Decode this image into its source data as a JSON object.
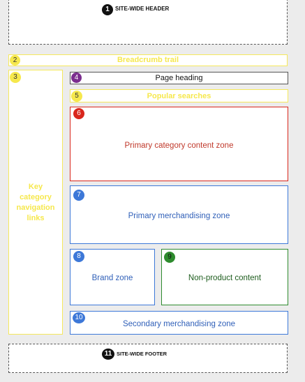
{
  "zones": {
    "header": {
      "number": "1",
      "label": "SITE-WIDE HEADER"
    },
    "breadcrumb": {
      "number": "2",
      "label": "Breadcrumb trail"
    },
    "category_nav": {
      "number": "3",
      "label": "Key category navigation links"
    },
    "page_heading": {
      "number": "4",
      "label": "Page heading"
    },
    "popular_searches": {
      "number": "5",
      "label": "Popular searches"
    },
    "primary_category": {
      "number": "6",
      "label": "Primary category content zone"
    },
    "primary_merch": {
      "number": "7",
      "label": "Primary merchandising zone"
    },
    "brand": {
      "number": "8",
      "label": "Brand zone"
    },
    "non_product": {
      "number": "9",
      "label": "Non-product content"
    },
    "secondary_merch": {
      "number": "10",
      "label": "Secondary merchandising zone"
    },
    "footer": {
      "number": "11",
      "label": "SITE-WIDE FOOTER"
    }
  },
  "colors": {
    "yellow": "#f5e85c",
    "purple": "#7b2d8e",
    "red": "#d9261c",
    "blue": "#3d78d8",
    "green": "#2e8b2e",
    "black": "#111111"
  }
}
